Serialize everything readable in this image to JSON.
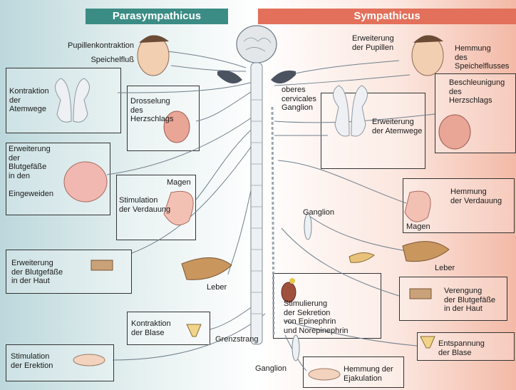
{
  "header": {
    "left": "Parasympathicus",
    "right": "Sympathicus"
  },
  "labels": {
    "pupillenkontraktion": "Pupillenkontraktion",
    "speichelfluss": "Speichelfluß",
    "kontraktion_atemwege": "Kontraktion\nder\nAtemwege",
    "drosselung": "Drosselung\ndes\nHerzschlags",
    "erweiterung_blutgefaesse_eingeweide": "Erweiterung\nder\nBlutgefäße\nin den\n\nEingeweiden",
    "magen_left": "Magen",
    "stimulation_verdauung": "Stimulation\nder Verdauung",
    "erweiterung_haut": "Erweiterung\nder Blutgefäße\nin der Haut",
    "leber_left": "Leber",
    "kontraktion_blase": "Kontraktion\nder Blase",
    "grenzstrang": "Grenzstrang",
    "stimulation_erektion": "Stimulation\nder Erektion",
    "ganglion_bottom": "Ganglion",
    "erweiterung_pupillen": "Erweiterung\nder Pupillen",
    "hemmung_speichel": "Hemmung\ndes\nSpeichelflusses",
    "oberes_cervicales": "oberes\ncervicales\nGanglion",
    "beschleunigung": "Beschleunigung\ndes\nHerzschlags",
    "erweiterung_atemwege": "Erweiterung\nder Atemwege",
    "hemmung_verdauung": "Hemmung\nder Verdauung",
    "magen_right": "Magen",
    "ganglion_mid": "Ganglion",
    "leber_right": "Leber",
    "verengung": "Verengung\nder Blutgefäße\nin der Haut",
    "stimulierung": "Stimulierung\nder Sekretion\nvon Epinephrin\nund Norepinephrin",
    "entspannung": "Entspannung\nder Blase",
    "hemmung_ejakulation": "Hemmung der\nEjakulation"
  }
}
